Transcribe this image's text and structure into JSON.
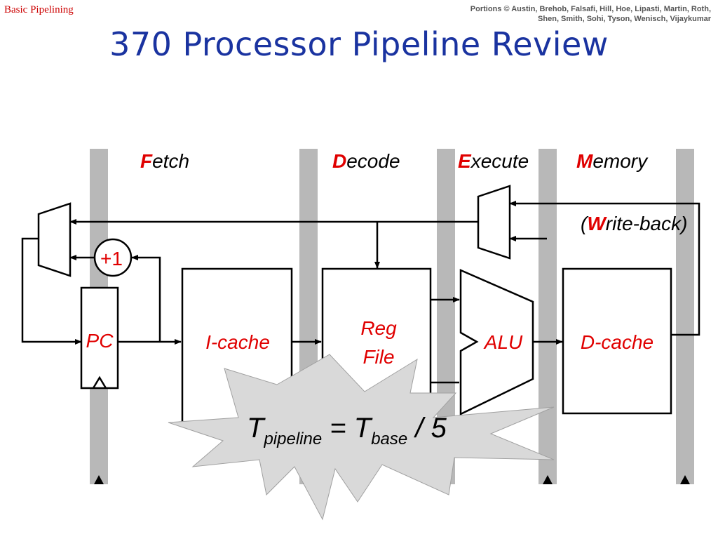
{
  "header": {
    "corner_label": "Basic Pipelining",
    "credits_line1": "Portions © Austin, Brehob, Falsafi, Hill, Hoe,  Lipasti, Martin, Roth,",
    "credits_line2": "Shen, Smith, Sohi, Tyson, Wenisch, Vijaykumar",
    "title": "370 Processor Pipeline Review"
  },
  "stages": [
    {
      "initial": "F",
      "rest": "etch"
    },
    {
      "initial": "D",
      "rest": "ecode"
    },
    {
      "initial": "E",
      "rest": "xecute"
    },
    {
      "initial": "M",
      "rest": "emory"
    }
  ],
  "writeback": {
    "open": "(",
    "initial": "W",
    "rest": "rite-back)"
  },
  "blocks": {
    "increment": "+1",
    "pc": "PC",
    "icache": "I-cache",
    "regfile_line1": "Reg",
    "regfile_line2": "File",
    "alu": "ALU",
    "dcache": "D-cache"
  },
  "burst": {
    "t1": "T",
    "sub1": "pipeline",
    "eq": " = ",
    "t2": "T",
    "sub2": "base",
    "div": " / 5"
  },
  "colors": {
    "title": "#1a33a0",
    "accent": "#e00000",
    "latch": "#b8b8b8",
    "burst_fill": "#d9d9d9"
  }
}
